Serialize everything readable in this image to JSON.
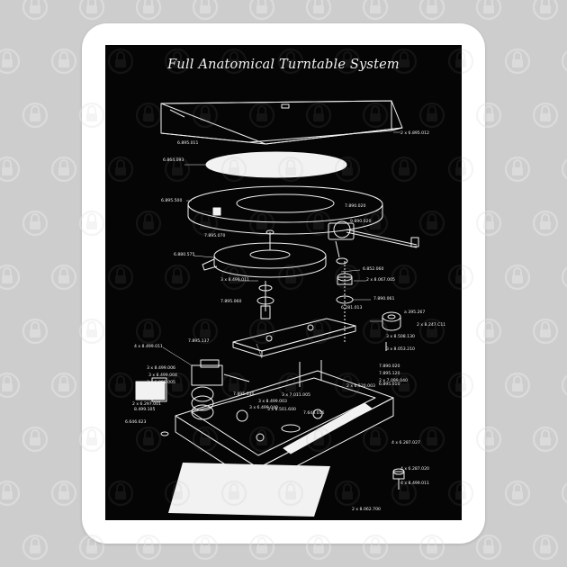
{
  "title": "Full Anatomical Turntable System",
  "part_labels": [
    "6.895.011",
    "2 x 6.895.012",
    "6.864.093",
    "6.895.500",
    "7.890.020",
    "9.890.020",
    "7.895.070",
    "6.880.575",
    "3 x 8.499.011",
    "6.852.060",
    "2 x 8.067.005",
    "7.890.061",
    "7.895.060",
    "6.281.013",
    "a 395.267",
    "2 x 8.247.C11",
    "3 x 8.508.130",
    "3 x 8.053.210",
    "4 x 8.499.011",
    "7.895.137",
    "3 x 8.499.006",
    "3 x 8.499.004",
    "3 x 6.895.005",
    "7.895.030",
    "7.890.020",
    "7.895.120",
    "2 x 7.099.040",
    "6.895.010",
    "2 x 6.520.003",
    "2 x 6.297.001",
    "8.499.105",
    "3 x 7.011.005",
    "3 x 8.499.003",
    "3 x 6.499.040",
    "3 x 8.501.600",
    "7.643.016",
    "6.646.623",
    "4 x 6.287.027",
    "4 x 6.287.020",
    "4 x 8.499.011",
    "2 x 8.062.700"
  ],
  "colors": {
    "page_bg": "#cdcdcd",
    "sticker": "#ffffff",
    "poster": "#050505",
    "ink": "#f2f2f2"
  },
  "watermark_icon": "lock-icon"
}
